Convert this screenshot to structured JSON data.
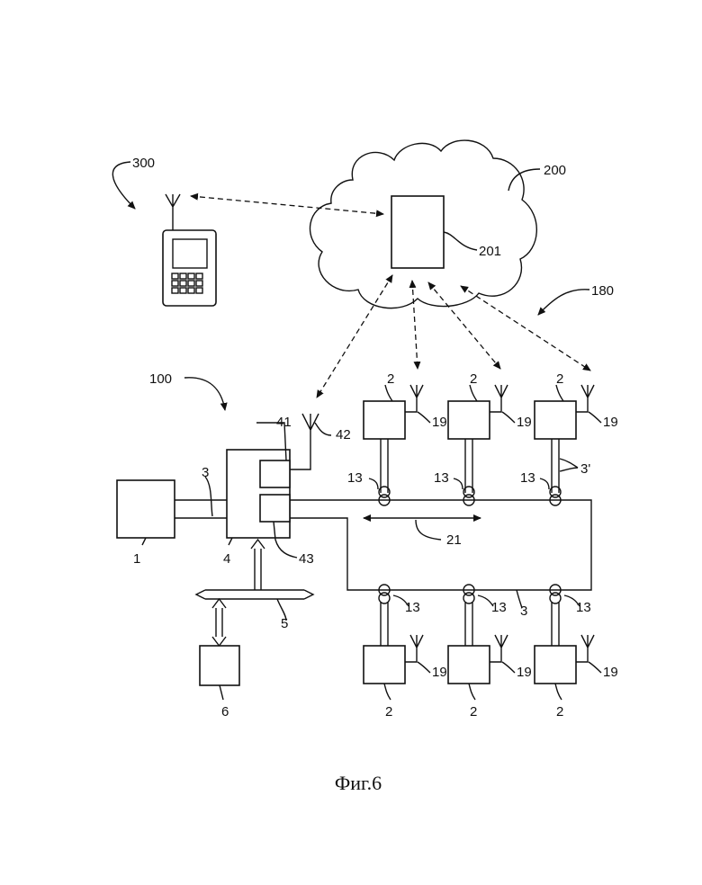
{
  "figure": {
    "caption": "Фиг.6"
  },
  "labels": {
    "l300": "300",
    "l200": "200",
    "l201": "201",
    "l180": "180",
    "l100": "100",
    "l41": "41",
    "l42": "42",
    "l43": "43",
    "l3a": "3",
    "l1": "1",
    "l4": "4",
    "l5": "5",
    "l6": "6",
    "l21": "21",
    "l3p": "3'",
    "l3b": "3",
    "l2a": "2",
    "l2b": "2",
    "l2c": "2",
    "l2d": "2",
    "l2e": "2",
    "l2f": "2",
    "l19a": "19",
    "l19b": "19",
    "l19c": "19",
    "l19d": "19",
    "l19e": "19",
    "l19f": "19",
    "l13a": "13",
    "l13b": "13",
    "l13c": "13",
    "l13d": "13",
    "l13e": "13",
    "l13f": "13"
  }
}
